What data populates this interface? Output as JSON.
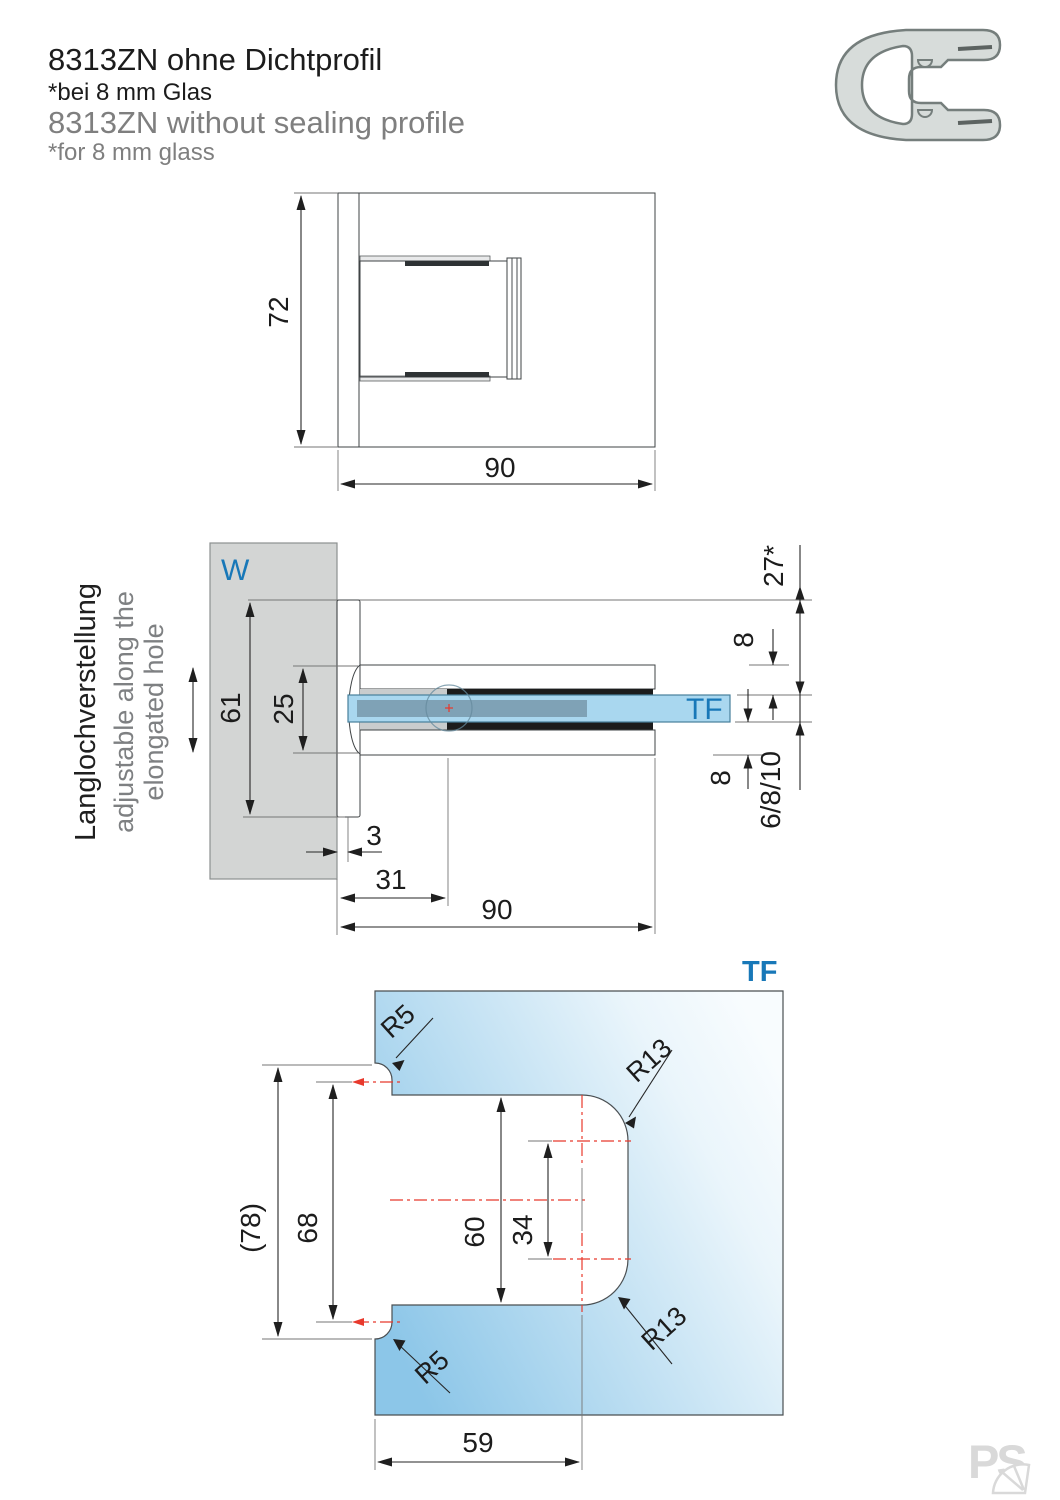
{
  "header": {
    "title_de": "8313ZN ohne Dichtprofil",
    "note_de": "*bei 8 mm Glas",
    "title_en": "8313ZN without sealing profile",
    "note_en": "*for 8 mm glass"
  },
  "front_view": {
    "dim_height": "72",
    "dim_width": "90"
  },
  "side_view": {
    "wall_label": "W",
    "glass_label": "TF",
    "note_line1": "Langlochverstellung",
    "note_line2": "adjustable along the",
    "note_line3": "elongated hole",
    "dim_plate_height": "61",
    "dim_body_height": "25",
    "dim_plate_thickness": "3",
    "dim_pivot_offset": "31",
    "dim_depth": "90",
    "dim_top_edge": "27*",
    "dim_clamp_above": "8",
    "dim_clamp_below": "8",
    "dim_glass_thickness": "6/8/10"
  },
  "cutout_view": {
    "glass_label": "TF",
    "dim_overall": "(78)",
    "dim_notch_span": "68",
    "dim_cutout_height": "60",
    "dim_center_span": "34",
    "dim_cutout_depth": "59",
    "radius_top_small": "R5",
    "radius_top_large": "R13",
    "radius_bottom_large": "R13",
    "radius_bottom_small": "R5"
  },
  "footer": {
    "logo_text": "PS"
  },
  "colors": {
    "accent_blue": "#1878b8",
    "dim_red": "#e8392c",
    "glass_blue": "#a9d7ef"
  }
}
